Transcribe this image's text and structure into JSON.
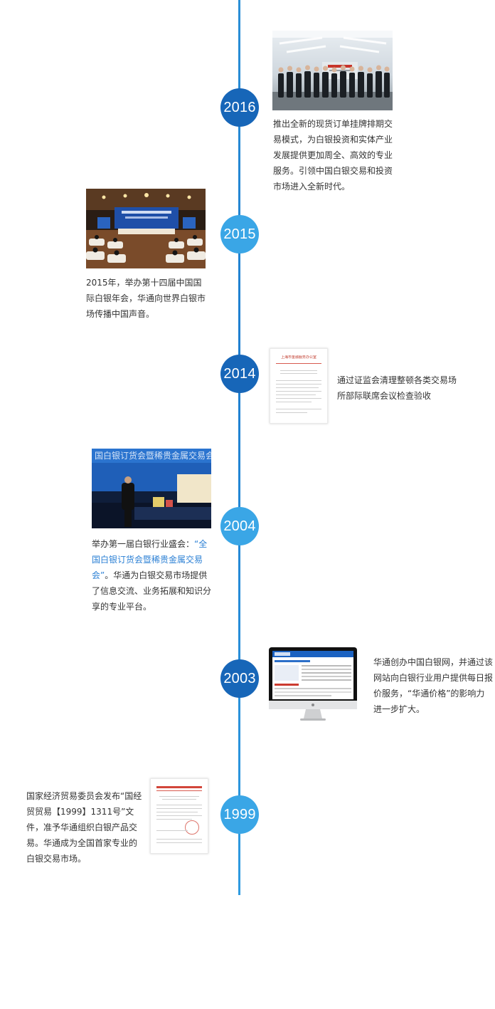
{
  "colors": {
    "timeline": "#2a8fd6",
    "year_dark": "#1766b8",
    "year_light": "#3aa6e6",
    "highlight": "#2a7fd4",
    "doc_red": "#c0392b"
  },
  "events": [
    {
      "year": "2016",
      "text": "推出全新的现货订单挂牌排期交易模式，为白银投资和实体产业发展提供更加周全、高效的专业服务。引领中国白银交易和投资市场进入全新时代。"
    },
    {
      "year": "2015",
      "text": "2015年，举办第十四届中国国际白银年会，华通向世界白银市场传播中国声音。"
    },
    {
      "year": "2014",
      "text": "通过证监会清理整顿各类交易场所部际联席会议检查验收",
      "doc_title": "上海市金融服务办公室"
    },
    {
      "year": "2004",
      "text_before": "举办第一届白银行业盛会：",
      "text_highlight": "“全国白银订货会暨稀贵金属交易会”",
      "text_after": "。华通为白银交易市场提供了信息交流、业务拓展和知识分享的专业平台。",
      "banner_text": "国白银订货会暨稀贵金属交易会"
    },
    {
      "year": "2003",
      "text": "华通创办中国白银网，并通过该网站向白银行业用户提供每日报价服务，“华通价格”的影响力进一步扩大。"
    },
    {
      "year": "1999",
      "text": "国家经济贸易委员会发布“国经贸贸易【1999】1311号”文件，准予华通组织白银产品交易。华通成为全国首家专业的白银交易市场。"
    }
  ]
}
